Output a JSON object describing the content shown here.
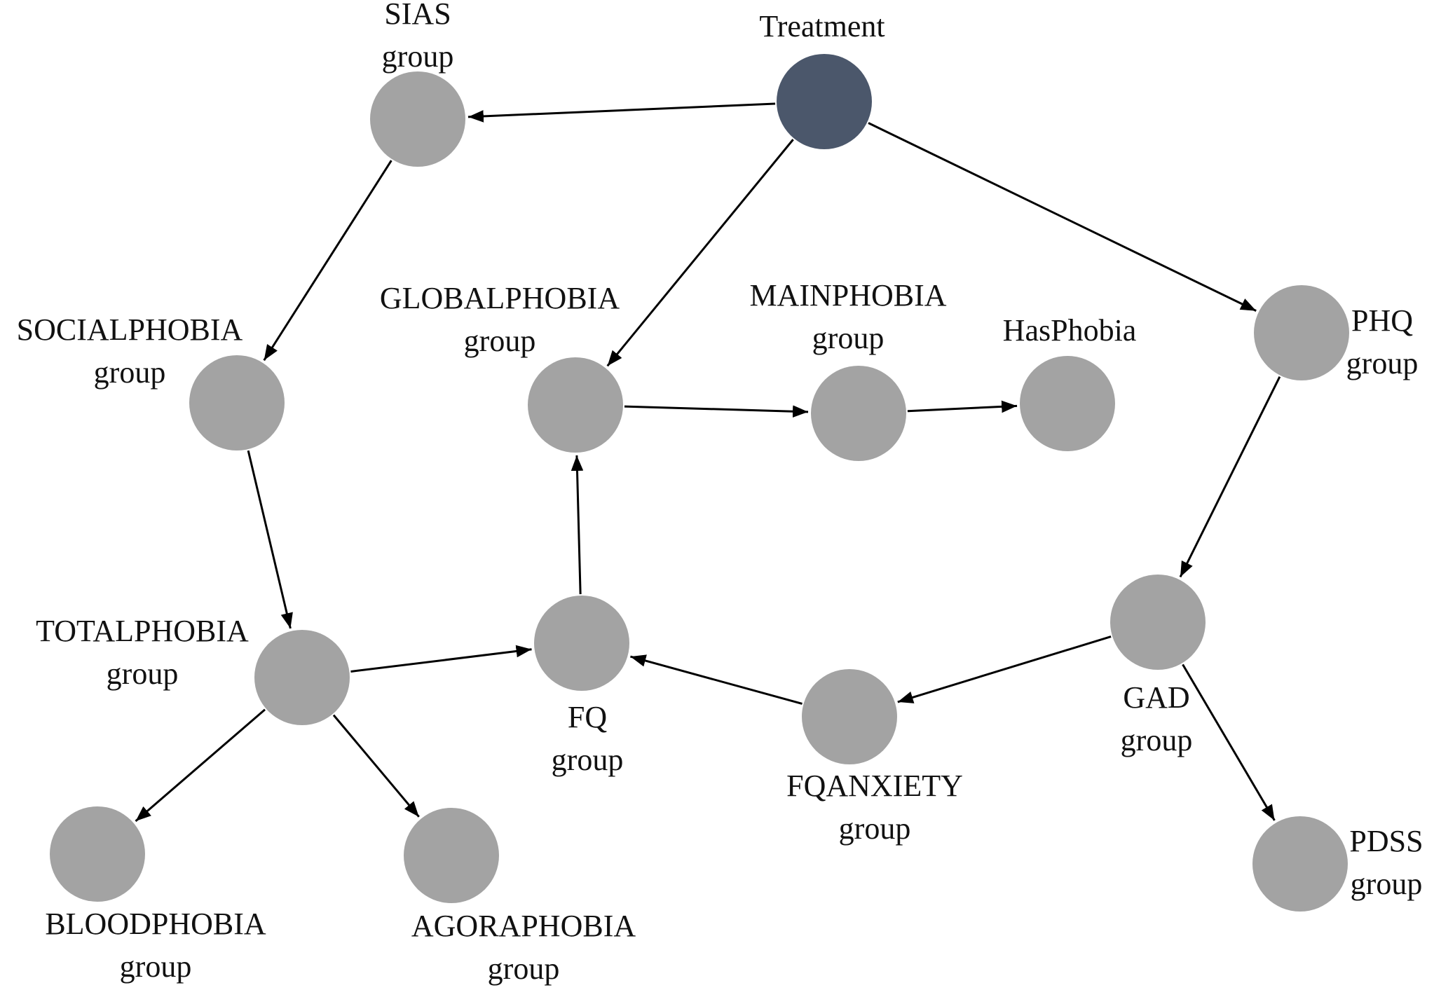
{
  "diagram": {
    "colors": {
      "node_default": "#a3a3a3",
      "node_highlight": "#4b576b",
      "edge": "#000000",
      "text": "#111111"
    },
    "nodes": [
      {
        "id": "treatment",
        "label_lines": [
          "Treatment"
        ],
        "highlight": true
      },
      {
        "id": "sias",
        "label_lines": [
          "SIAS",
          "group"
        ]
      },
      {
        "id": "socialphobia",
        "label_lines": [
          "SOCIALPHOBIA",
          "group"
        ]
      },
      {
        "id": "globalphobia",
        "label_lines": [
          "GLOBALPHOBIA",
          "group"
        ]
      },
      {
        "id": "mainphobia",
        "label_lines": [
          "MAINPHOBIA",
          "group"
        ]
      },
      {
        "id": "hasphobia",
        "label_lines": [
          "HasPhobia"
        ]
      },
      {
        "id": "phq",
        "label_lines": [
          "PHQ",
          "group"
        ]
      },
      {
        "id": "totalphobia",
        "label_lines": [
          "TOTALPHOBIA",
          "group"
        ]
      },
      {
        "id": "fq",
        "label_lines": [
          "FQ",
          "group"
        ]
      },
      {
        "id": "fqanxiety",
        "label_lines": [
          "FQANXIETY",
          "group"
        ]
      },
      {
        "id": "gad",
        "label_lines": [
          "GAD",
          "group"
        ]
      },
      {
        "id": "bloodphobia",
        "label_lines": [
          "BLOODPHOBIA",
          "group"
        ]
      },
      {
        "id": "agoraphobia",
        "label_lines": [
          "AGORAPHOBIA",
          "group"
        ]
      },
      {
        "id": "pdss",
        "label_lines": [
          "PDSS",
          "group"
        ]
      }
    ],
    "edges": [
      {
        "from": "treatment",
        "to": "sias"
      },
      {
        "from": "treatment",
        "to": "globalphobia"
      },
      {
        "from": "treatment",
        "to": "phq"
      },
      {
        "from": "sias",
        "to": "socialphobia"
      },
      {
        "from": "socialphobia",
        "to": "totalphobia"
      },
      {
        "from": "globalphobia",
        "to": "mainphobia"
      },
      {
        "from": "mainphobia",
        "to": "hasphobia"
      },
      {
        "from": "phq",
        "to": "gad"
      },
      {
        "from": "totalphobia",
        "to": "fq"
      },
      {
        "from": "fq",
        "to": "globalphobia"
      },
      {
        "from": "fqanxiety",
        "to": "fq"
      },
      {
        "from": "gad",
        "to": "fqanxiety"
      },
      {
        "from": "gad",
        "to": "pdss"
      },
      {
        "from": "totalphobia",
        "to": "bloodphobia"
      },
      {
        "from": "totalphobia",
        "to": "agoraphobia"
      }
    ]
  }
}
